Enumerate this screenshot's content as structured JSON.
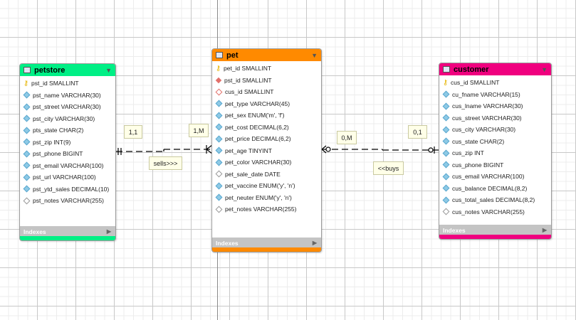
{
  "colors": {
    "petstore": "#00ef85",
    "pet": "#ff8a00",
    "customer": "#f0007f",
    "indexes_bar": "#c4c4c4"
  },
  "entities": {
    "petstore": {
      "title": "petstore",
      "columns": [
        {
          "name": "pst_id SMALLINT",
          "icon": "primary-key-icon"
        },
        {
          "name": "pst_name VARCHAR(30)",
          "icon": "column-icon"
        },
        {
          "name": "pst_street VARCHAR(30)",
          "icon": "column-icon"
        },
        {
          "name": "pst_city VARCHAR(30)",
          "icon": "column-icon"
        },
        {
          "name": "pts_state CHAR(2)",
          "icon": "column-icon"
        },
        {
          "name": "pst_zip INT(9)",
          "icon": "column-icon"
        },
        {
          "name": "pst_phone BIGINT",
          "icon": "column-icon"
        },
        {
          "name": "pst_email VARCHAR(100)",
          "icon": "column-icon"
        },
        {
          "name": "pst_url VARCHAR(100)",
          "icon": "column-icon"
        },
        {
          "name": "pst_ytd_sales DECIMAL(10)",
          "icon": "column-icon"
        },
        {
          "name": "pst_notes VARCHAR(255)",
          "icon": "nullable-column-icon"
        }
      ],
      "indexes_label": "Indexes"
    },
    "pet": {
      "title": "pet",
      "columns": [
        {
          "name": "pet_id SMALLINT",
          "icon": "primary-key-icon"
        },
        {
          "name": "pst_id SMALLINT",
          "icon": "foreign-key-icon"
        },
        {
          "name": "cus_id SMALLINT",
          "icon": "nullable-foreign-key-icon"
        },
        {
          "name": "pet_type VARCHAR(45)",
          "icon": "column-icon"
        },
        {
          "name": "pet_sex ENUM('m', 'f')",
          "icon": "column-icon"
        },
        {
          "name": "pet_cost DECIMAL(6,2)",
          "icon": "column-icon"
        },
        {
          "name": "pet_price DECIMAL(6,2)",
          "icon": "column-icon"
        },
        {
          "name": "pet_age TINYINT",
          "icon": "column-icon"
        },
        {
          "name": "pet_color VARCHAR(30)",
          "icon": "column-icon"
        },
        {
          "name": "pet_sale_date DATE",
          "icon": "nullable-column-icon"
        },
        {
          "name": "pet_vaccine ENUM('y', 'n')",
          "icon": "column-icon"
        },
        {
          "name": "pet_neuter ENUM('y', 'n')",
          "icon": "column-icon"
        },
        {
          "name": "pet_notes VARCHAR(255)",
          "icon": "nullable-column-icon"
        }
      ],
      "indexes_label": "Indexes"
    },
    "customer": {
      "title": "customer",
      "columns": [
        {
          "name": "cus_id SMALLINT",
          "icon": "primary-key-icon"
        },
        {
          "name": "cu_fname VARCHAR(15)",
          "icon": "column-icon"
        },
        {
          "name": "cus_lname VARCHAR(30)",
          "icon": "column-icon"
        },
        {
          "name": "cus_street VARCHAR(30)",
          "icon": "column-icon"
        },
        {
          "name": "cus_city VARCHAR(30)",
          "icon": "column-icon"
        },
        {
          "name": "cus_state CHAR(2)",
          "icon": "column-icon"
        },
        {
          "name": "cus_zip INT",
          "icon": "column-icon"
        },
        {
          "name": "cus_phone BIGINT",
          "icon": "column-icon"
        },
        {
          "name": "cus_email VARCHAR(100)",
          "icon": "column-icon"
        },
        {
          "name": "cus_balance DECIMAL(8,2)",
          "icon": "column-icon"
        },
        {
          "name": "cus_total_sales DECIMAL(8,2)",
          "icon": "column-icon"
        },
        {
          "name": "cus_notes VARCHAR(255)",
          "icon": "nullable-column-icon"
        }
      ],
      "indexes_label": "Indexes"
    }
  },
  "relationships": {
    "sells": {
      "label": "sells>>>",
      "from_cardinality": "1,1",
      "to_cardinality": "1,M"
    },
    "buys": {
      "label": "<<buys",
      "from_cardinality": "0,M",
      "to_cardinality": "0,1"
    }
  }
}
